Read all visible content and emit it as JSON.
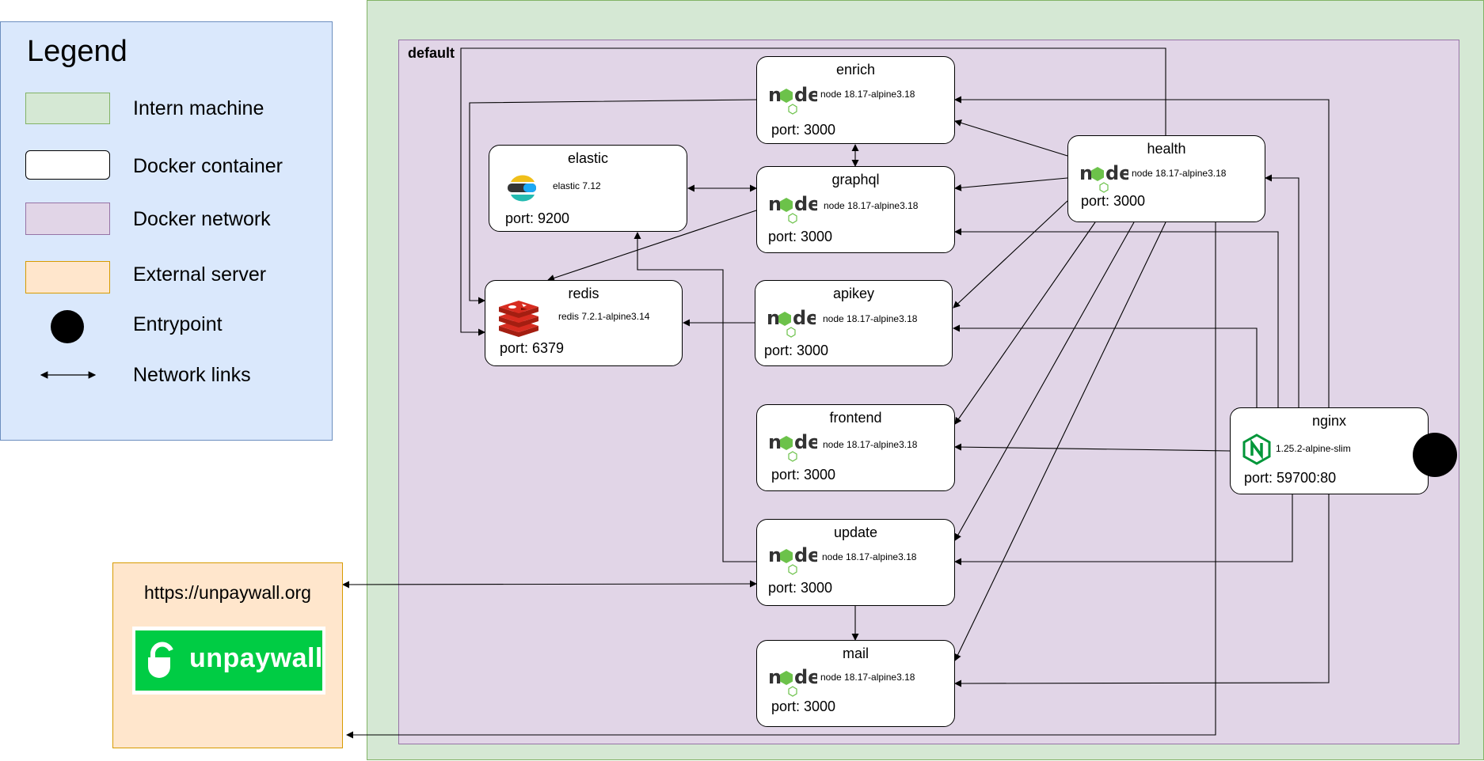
{
  "legend": {
    "title": "Legend",
    "items": [
      {
        "label": "Intern machine",
        "color": "#d5e8d4"
      },
      {
        "label": "Docker container",
        "color": "#ffffff"
      },
      {
        "label": "Docker network",
        "color": "#e1d5e7"
      },
      {
        "label": "External server",
        "color": "#ffe6cc"
      },
      {
        "label": "Entrypoint",
        "color": "#000000"
      },
      {
        "label": "Network links"
      }
    ]
  },
  "network": {
    "label": "default"
  },
  "containers": {
    "enrich": {
      "name": "enrich",
      "version": "node 18.17-alpine3.18",
      "port": "port: 3000",
      "icon": "nodejs-logo-icon"
    },
    "elastic": {
      "name": "elastic",
      "version": "elastic 7.12",
      "port": "port: 9200",
      "icon": "elastic-logo-icon"
    },
    "graphql": {
      "name": "graphql",
      "version": "node 18.17-alpine3.18",
      "port": "port: 3000",
      "icon": "nodejs-logo-icon"
    },
    "health": {
      "name": "health",
      "version": "node 18.17-alpine3.18",
      "port": "port: 3000",
      "icon": "nodejs-logo-icon"
    },
    "redis": {
      "name": "redis",
      "version": "redis 7.2.1-alpine3.14",
      "port": "port: 6379",
      "icon": "redis-logo-icon"
    },
    "apikey": {
      "name": "apikey",
      "version": "node 18.17-alpine3.18",
      "port": "port: 3000",
      "icon": "nodejs-logo-icon"
    },
    "frontend": {
      "name": "frontend",
      "version": "node 18.17-alpine3.18",
      "port": "port: 3000",
      "icon": "nodejs-logo-icon"
    },
    "nginx": {
      "name": "nginx",
      "version": "1.25.2-alpine-slim",
      "port": "port: 59700:80",
      "icon": "nginx-logo-icon"
    },
    "update": {
      "name": "update",
      "version": "node 18.17-alpine3.18",
      "port": "port: 3000",
      "icon": "nodejs-logo-icon"
    },
    "mail": {
      "name": "mail",
      "version": "node 18.17-alpine3.18",
      "port": "port: 3000",
      "icon": "nodejs-logo-icon"
    }
  },
  "external": {
    "url": "https://unpaywall.org",
    "logo_text": "unpaywall",
    "logo_color": "#00cc44"
  }
}
